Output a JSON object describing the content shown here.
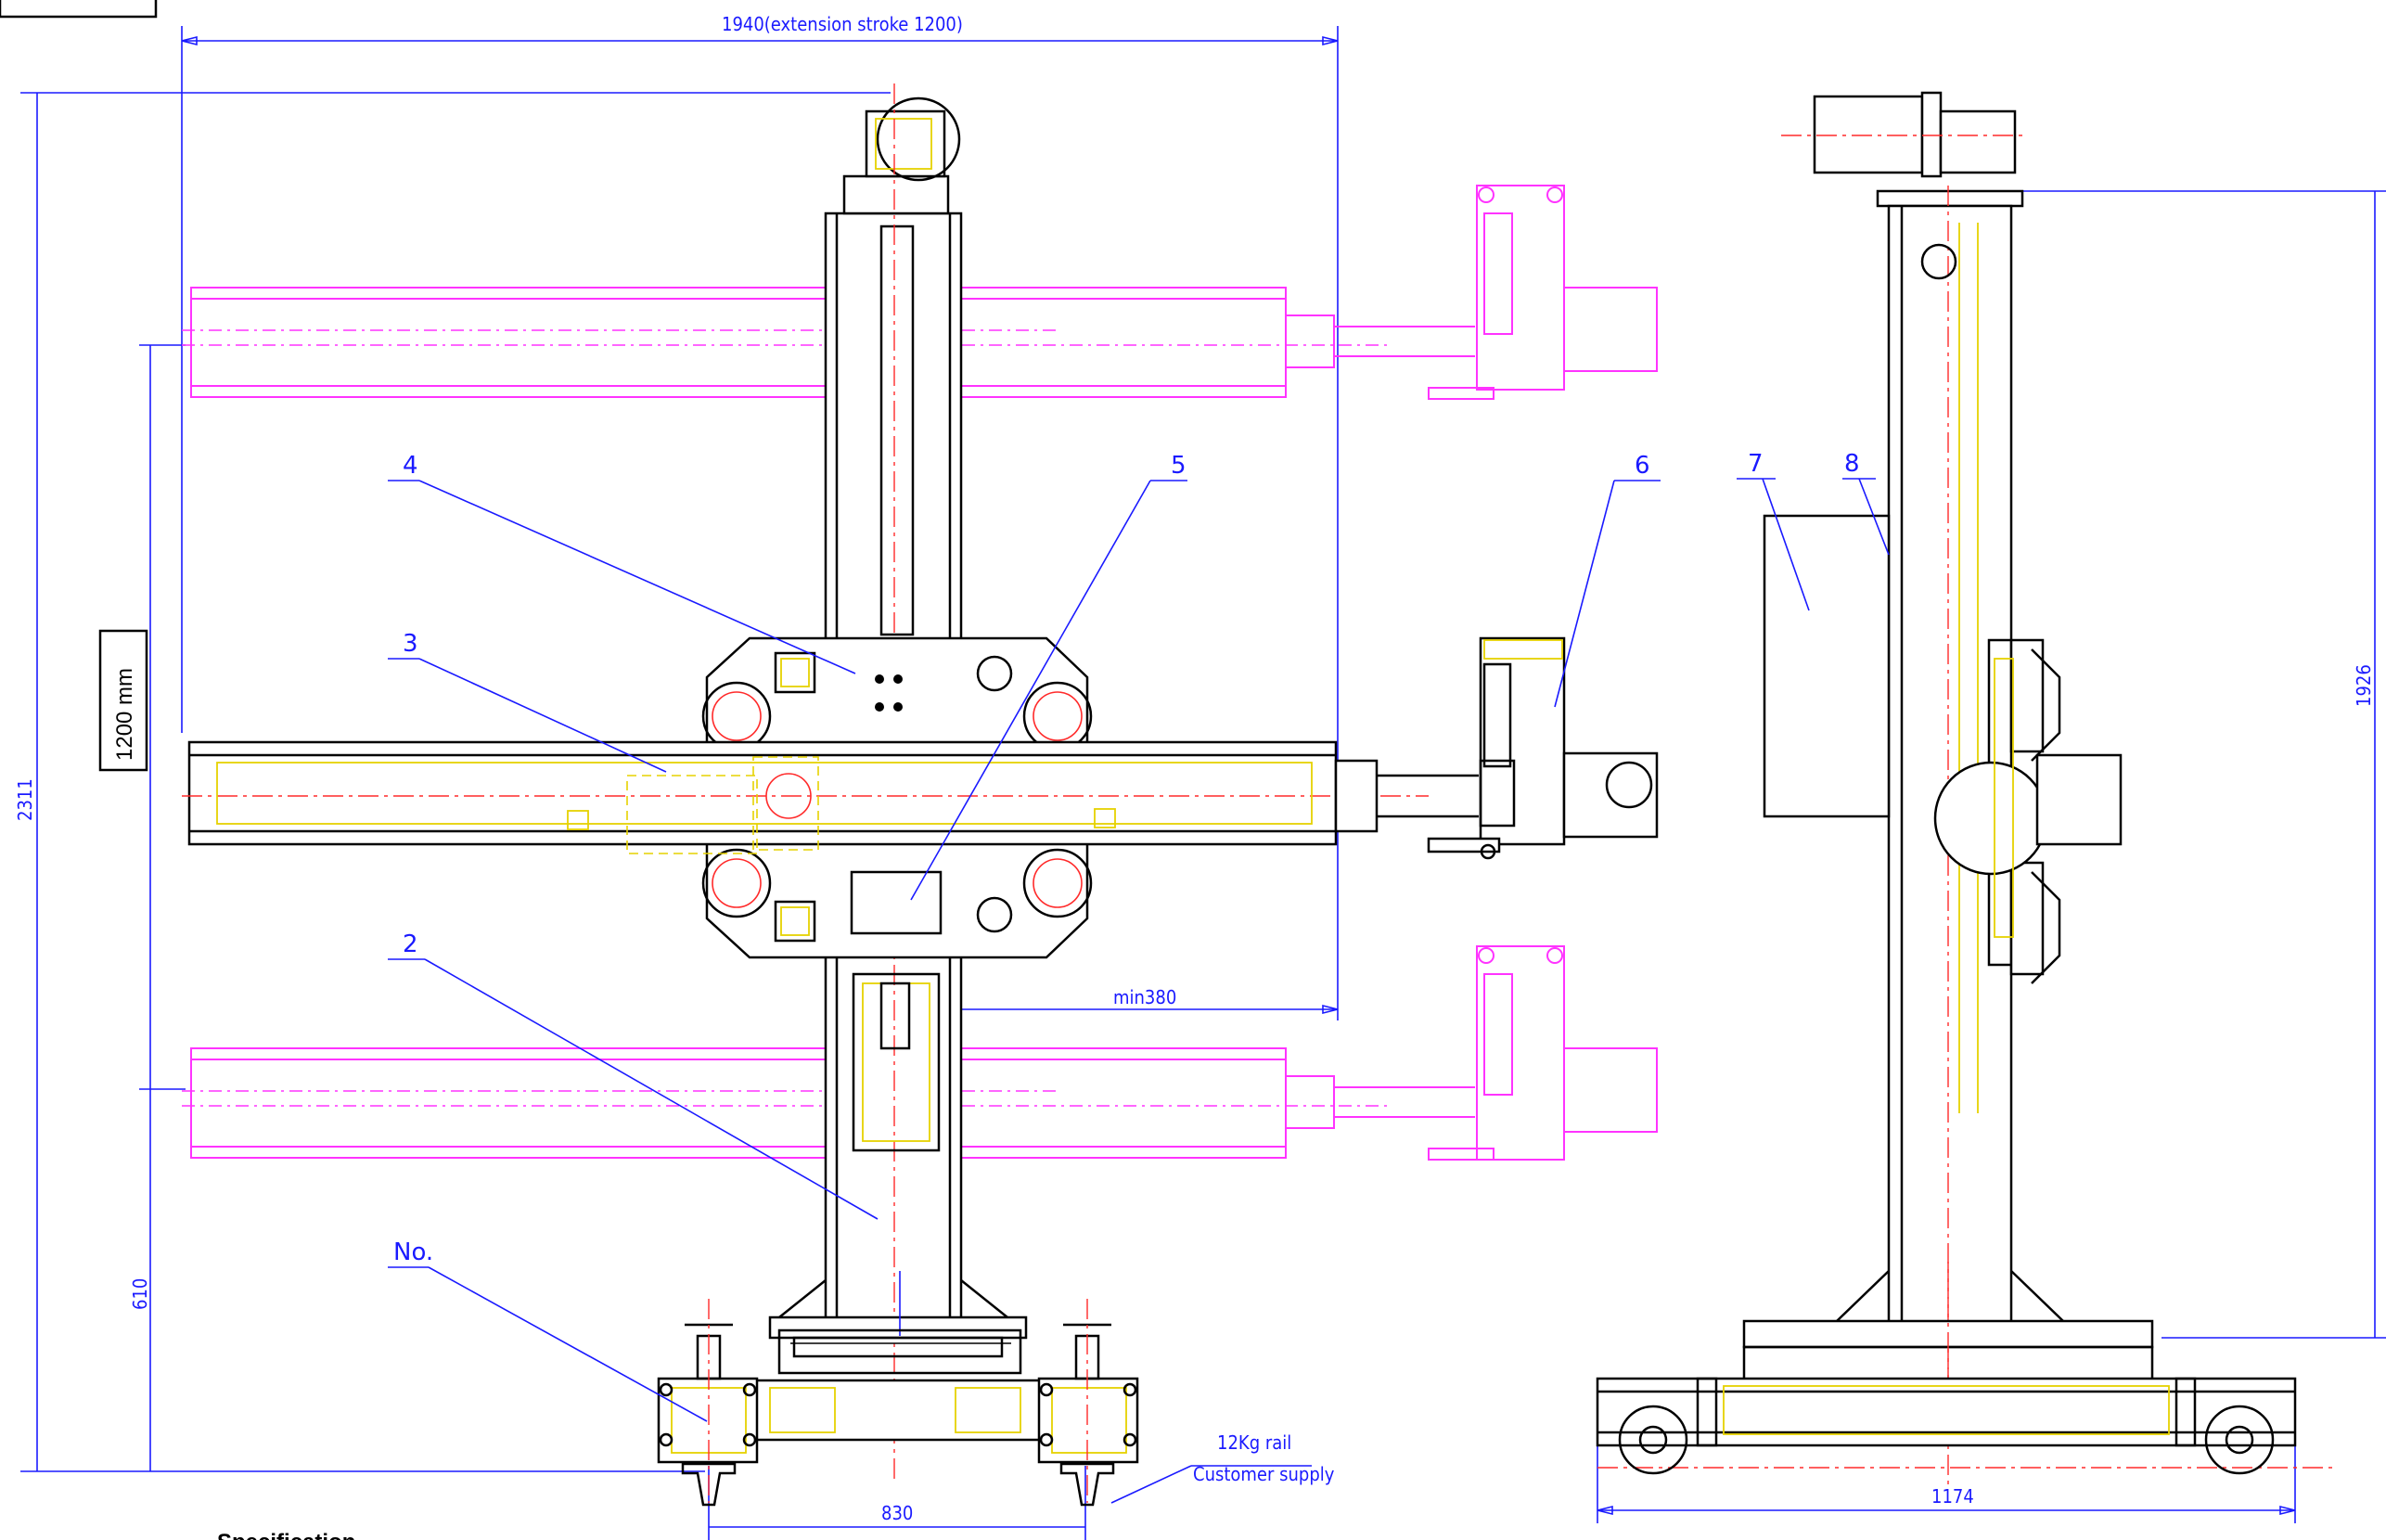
{
  "dimensions": {
    "extension": "1940(extension stroke 1200)",
    "total_height": "2311",
    "lift_height": "1926",
    "base_height": "610",
    "min_reach": "min380",
    "track_gauge": "830",
    "base_length": "1174"
  },
  "callouts": [
    "2",
    "3",
    "4",
    "5",
    "6",
    "7",
    "8",
    "No."
  ],
  "stroke_box": "1200 mm",
  "rail_note": {
    "line1": "12Kg rail",
    "line2": "Customer supply"
  },
  "spec_heading": "Specification",
  "colors": {
    "outline": "#000000",
    "dimension": "#1a1aff",
    "phantom": "#ff33ff",
    "hidden": "#e6d200",
    "center": "#ff2a2a"
  }
}
